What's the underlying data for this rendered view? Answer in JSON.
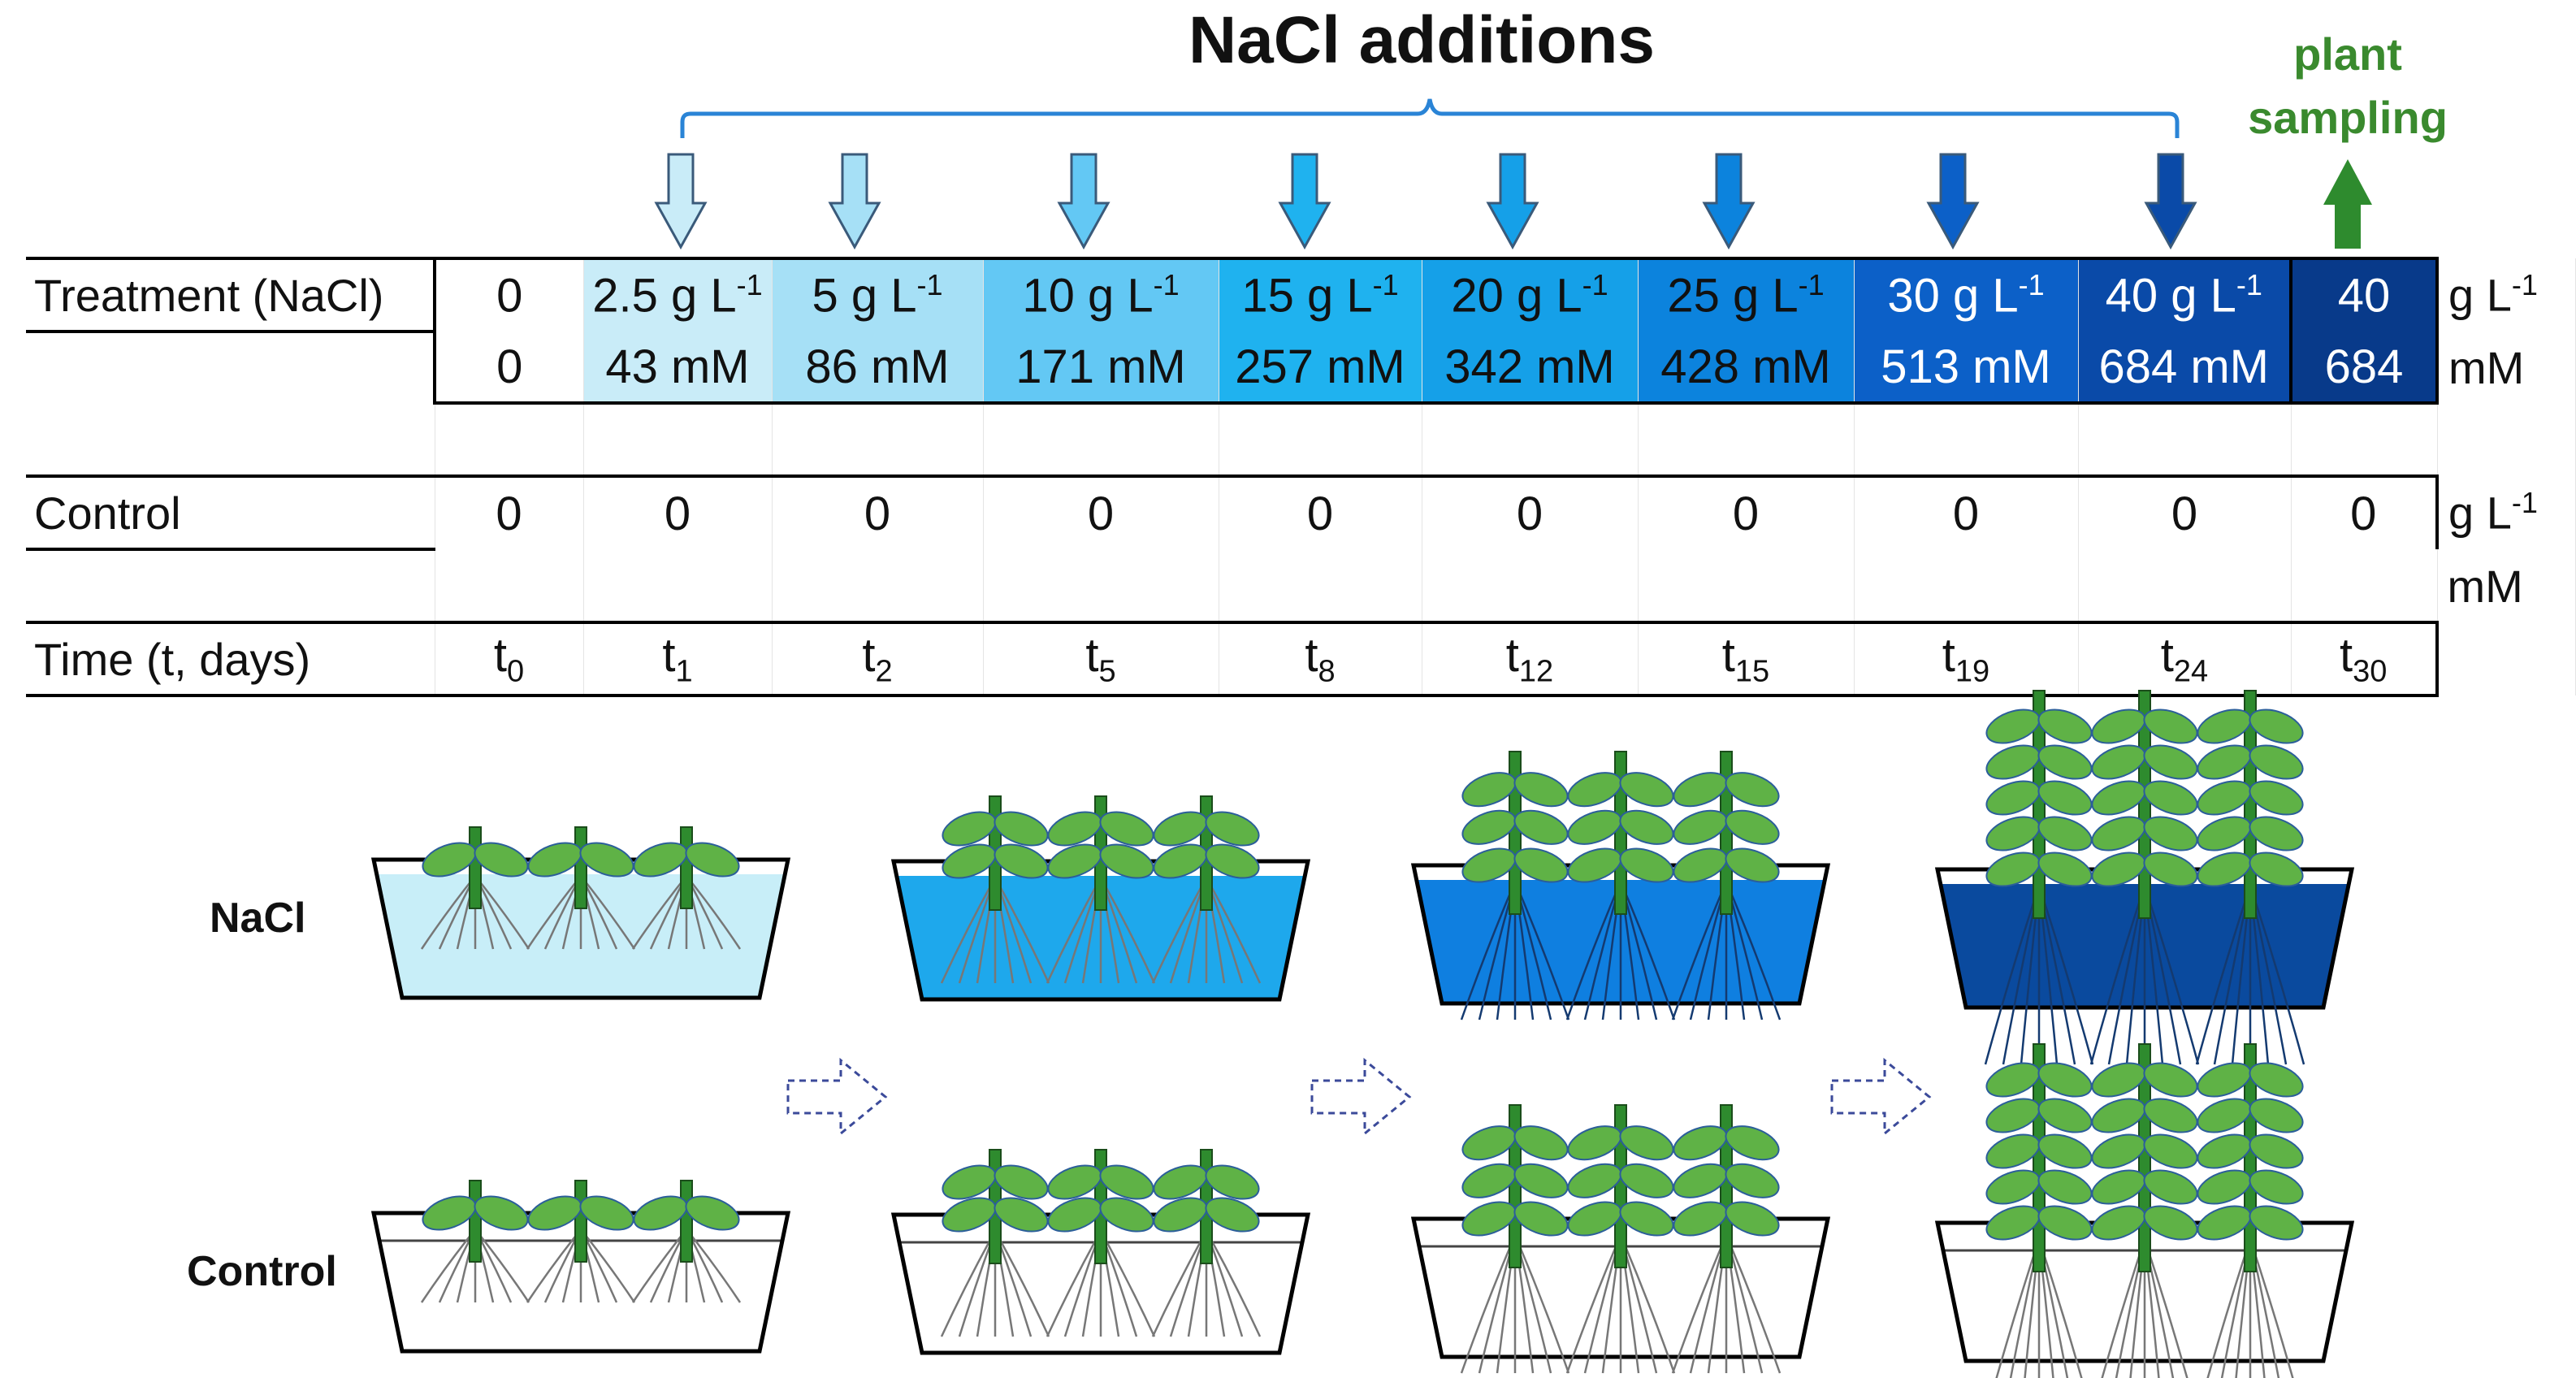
{
  "title": "NaCl additions",
  "sampling": {
    "line1": "plant",
    "line2": "sampling"
  },
  "table": {
    "treatment_label": "Treatment (NaCl)",
    "control_label": "Control",
    "time_label": "Time (t, days)",
    "unit_gl": "g L",
    "unit_gl_sup": "-1",
    "unit_mm": "mM",
    "gl_values": [
      {
        "v": "0",
        "sup": ""
      },
      {
        "v": "2.5 g L",
        "sup": "-1"
      },
      {
        "v": "5 g L",
        "sup": "-1"
      },
      {
        "v": "10 g L",
        "sup": "-1"
      },
      {
        "v": "15 g L",
        "sup": "-1"
      },
      {
        "v": "20 g L",
        "sup": "-1"
      },
      {
        "v": "25 g L",
        "sup": "-1"
      },
      {
        "v": "30 g L",
        "sup": "-1"
      },
      {
        "v": "40 g L",
        "sup": "-1"
      },
      {
        "v": "40",
        "sup": ""
      }
    ],
    "mm_values": [
      "0",
      "43 mM",
      "86 mM",
      "171 mM",
      "257 mM",
      "342 mM",
      "428 mM",
      "513 mM",
      "684 mM",
      "684"
    ],
    "control_values": [
      "0",
      "0",
      "0",
      "0",
      "0",
      "0",
      "0",
      "0",
      "0",
      "0"
    ],
    "time_base": "t",
    "time_subs": [
      "0",
      "1",
      "2",
      "5",
      "8",
      "12",
      "15",
      "19",
      "24",
      "30"
    ],
    "colors": [
      "#ffffff",
      "#c9ecf8",
      "#a6e0f6",
      "#63c8f4",
      "#1fb2ef",
      "#15a0e8",
      "#0c83dd",
      "#0c60c8",
      "#0a4aa8",
      "#083a8a"
    ]
  },
  "diagram": {
    "nacl_label": "NaCl",
    "control_label": "Control",
    "water_colors": [
      "#c8eef8",
      "#1ea8ec",
      "#0f7fe0",
      "#0a4a9e"
    ],
    "leaf_color": "#5fb246",
    "stem_color": "#2e8b2e"
  }
}
